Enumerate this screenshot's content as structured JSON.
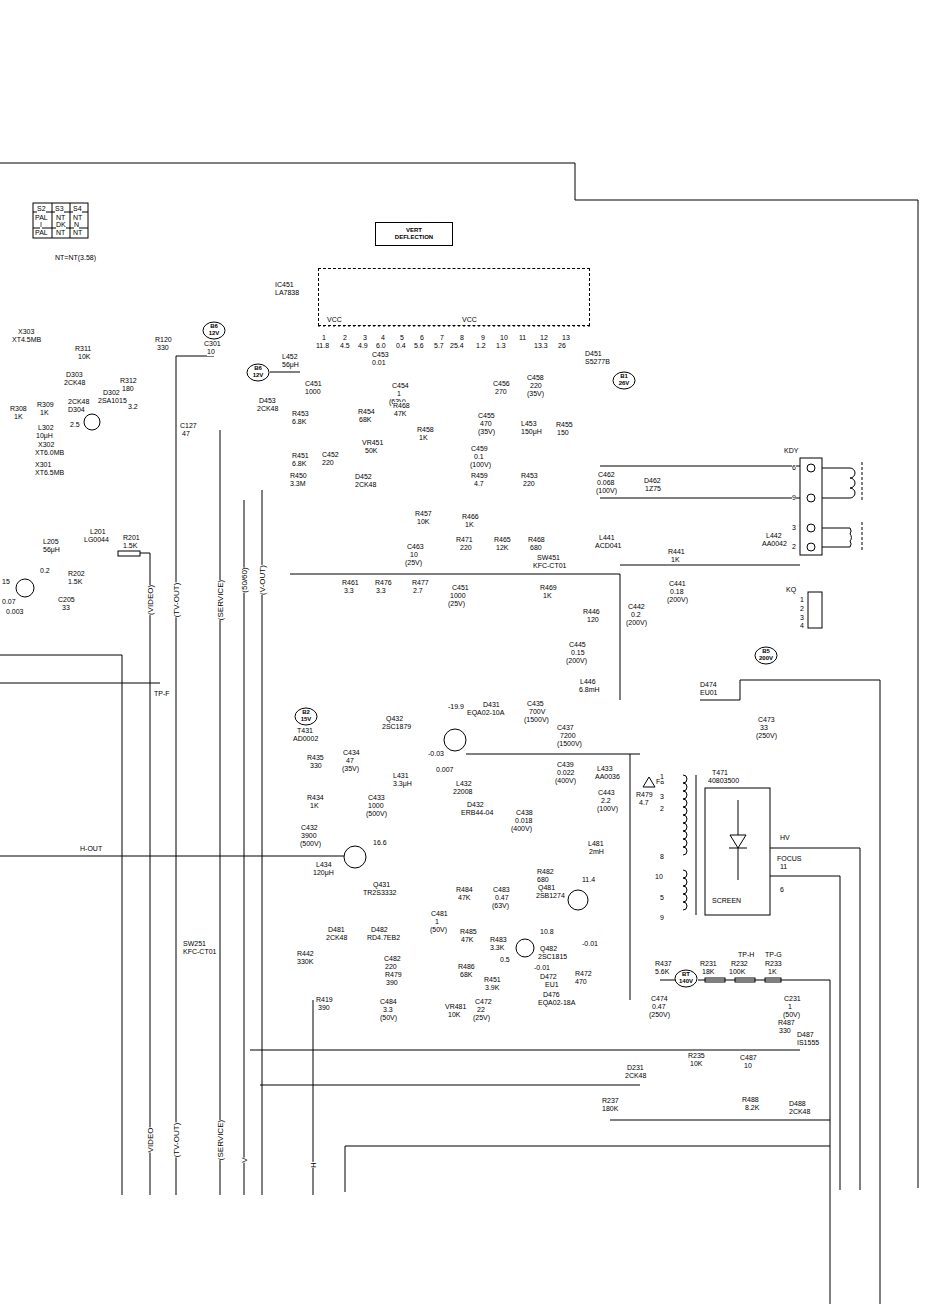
{
  "diagram": {
    "nodes": [
      {
        "text": [
          "VERT DEFLECTION"
        ]
      },
      {
        "text": [
          "IC451 LA7838"
        ]
      },
      {
        "text": [
          "B6 12V"
        ]
      },
      {
        "text": [
          "B6 12V"
        ]
      },
      {
        "text": [
          "B1 26V"
        ]
      },
      {
        "text": [
          "B2 15V"
        ]
      },
      {
        "text": [
          "B5 200V"
        ]
      },
      {
        "text": [
          "BT 140V"
        ]
      }
    ],
    "labels": [
      "S2",
      "S3",
      "S4",
      "PAL",
      "NT",
      "NT",
      "I",
      "DK",
      "N",
      "PAL",
      "NT",
      "NT",
      "NT=NT(3.58)",
      "X303",
      "XT4.5MB",
      "R311",
      "10K",
      "D303",
      "2CK48",
      "R308",
      "1K",
      "R309",
      "1K",
      "2CK48",
      "D304",
      "D302",
      "2SA1015",
      "2.5",
      "R312",
      "180",
      "3.2",
      "R120",
      "330",
      "C301",
      "10",
      "C127",
      "47",
      "L302",
      "10μH",
      "X302",
      "XT6.0MB",
      "X301",
      "XT6.5MB",
      "L205",
      "56μH",
      "L201",
      "LG0044",
      "R201",
      "1.5K",
      "0.2",
      "15",
      "R202",
      "1.5K",
      "0.07",
      "0.003",
      "C205",
      "33",
      "TP-F",
      "H-OUT",
      "SW251",
      "KFC-CT01",
      "(VIDEO)",
      "(TV-OUT)",
      "(SERVICE)",
      "(50/60)",
      "(V-OUT)",
      "VIDEO",
      "(TV-OUT)",
      "(SERVICE)",
      "V",
      "H",
      "VCC",
      "VCC",
      "1",
      "2",
      "3",
      "4",
      "5",
      "6",
      "7",
      "8",
      "9",
      "10",
      "11",
      "12",
      "13",
      "11.8",
      "4.5",
      "4.9",
      "6.0",
      "0.4",
      "5.6",
      "5.7",
      "25.4",
      "1.2",
      "1.3",
      "13.3",
      "26",
      "L452",
      "56μH",
      "C451",
      "1000",
      "C453",
      "0.01",
      "C454",
      "1",
      "(63V)",
      "R454",
      "68K",
      "R468",
      "47K",
      "R458",
      "1K",
      "VR451",
      "50K",
      "D453",
      "2CK48",
      "R453",
      "6.8K",
      "R451",
      "6.8K",
      "C452",
      "220",
      "R450",
      "3.3M",
      "D452",
      "2CK48",
      "R457",
      "10K",
      "R466",
      "1K",
      "C463",
      "10",
      "(25V)",
      "R471",
      "220",
      "R465",
      "12K",
      "R468",
      "680",
      "SW451",
      "KFC-CT01",
      "C451",
      "1000",
      "(25V)",
      "R461",
      "3.3",
      "R476",
      "3.3",
      "R477",
      "2.7",
      "R469",
      "1K",
      "C456",
      "270",
      "C458",
      "220",
      "(35V)",
      "D451",
      "S5277B",
      "C455",
      "470",
      "(35V)",
      "L453",
      "150μH",
      "R455",
      "150",
      "C459",
      "0.1",
      "(100V)",
      "R459",
      "4.7",
      "R453",
      "220",
      "C462",
      "0.068",
      "(100V)",
      "D462",
      "1Z75",
      "KDY",
      "6",
      "9",
      "3",
      "2",
      "L441",
      "ACD041",
      "R441",
      "1K",
      "L442",
      "AA0042",
      "C441",
      "0.18",
      "(200V)",
      "C442",
      "0.2",
      "(200V)",
      "R446",
      "120",
      "C445",
      "0.15",
      "(200V)",
      "L446",
      "6.8mH",
      "KQ",
      "1",
      "2",
      "3",
      "4",
      "D474",
      "EU01",
      "C473",
      "33",
      "(250V)",
      "T431",
      "AD0002",
      "Q432",
      "2SC1879",
      "-19.9",
      "D431",
      "EQA02-10A",
      "C435",
      "700V",
      "(1500V)",
      "C437",
      "7200",
      "(1500V)",
      "-0.03",
      "0.007",
      "C434",
      "47",
      "(35V)",
      "R435",
      "330",
      "L431",
      "3.3μH",
      "L432",
      "22008",
      "C439",
      "0.022",
      "(400V)",
      "L433",
      "AA0036",
      "D432",
      "ERB44-04",
      "C438",
      "0.018",
      "(400V)",
      "C443",
      "2.2",
      "(100V)",
      "C433",
      "1000",
      "(500V)",
      "R434",
      "1K",
      "C432",
      "3900",
      "(500V)",
      "16.6",
      "L434",
      "120μH",
      "Q431",
      "TR2S3332",
      "L481",
      "2mH",
      "F8",
      "T471",
      "40803500",
      "R479",
      "4.7",
      "1",
      "3",
      "2",
      "8",
      "10",
      "5",
      "9",
      "HV",
      "FOCUS",
      "11",
      "6",
      "SCREEN",
      "R484",
      "47K",
      "C483",
      "0.47",
      "(63V)",
      "R482",
      "680",
      "Q481",
      "2SB1274",
      "11.4",
      "10.8",
      "-0.01",
      "C481",
      "1",
      "(50V)",
      "R485",
      "47K",
      "R483",
      "3.3K",
      "Q482",
      "2SC1815",
      "0.5",
      "-0.01",
      "D481",
      "2CK48",
      "D482",
      "RD4.7EB2",
      "R442",
      "330K",
      "C482",
      "220",
      "R479",
      "390",
      "R486",
      "68K",
      "R451",
      "3.9K",
      "D472",
      "EU1",
      "R472",
      "470",
      "D476",
      "EQA02-18A",
      "R419",
      "390",
      "C484",
      "3.3",
      "(50V)",
      "VR481",
      "10K",
      "C472",
      "22",
      "(25V)",
      "R437",
      "5.6K",
      "TP-H",
      "TP-G",
      "R231",
      "18K",
      "R232",
      "100K",
      "R233",
      "1K",
      "C474",
      "0.47",
      "(250V)",
      "C231",
      "1",
      "(50V)",
      "R487",
      "330",
      "D487",
      "IS1555",
      "D231",
      "2CK48",
      "R235",
      "10K",
      "C487",
      "10",
      "R488",
      "8.2K",
      "D488",
      "2CK48",
      "R237",
      "180K"
    ]
  }
}
